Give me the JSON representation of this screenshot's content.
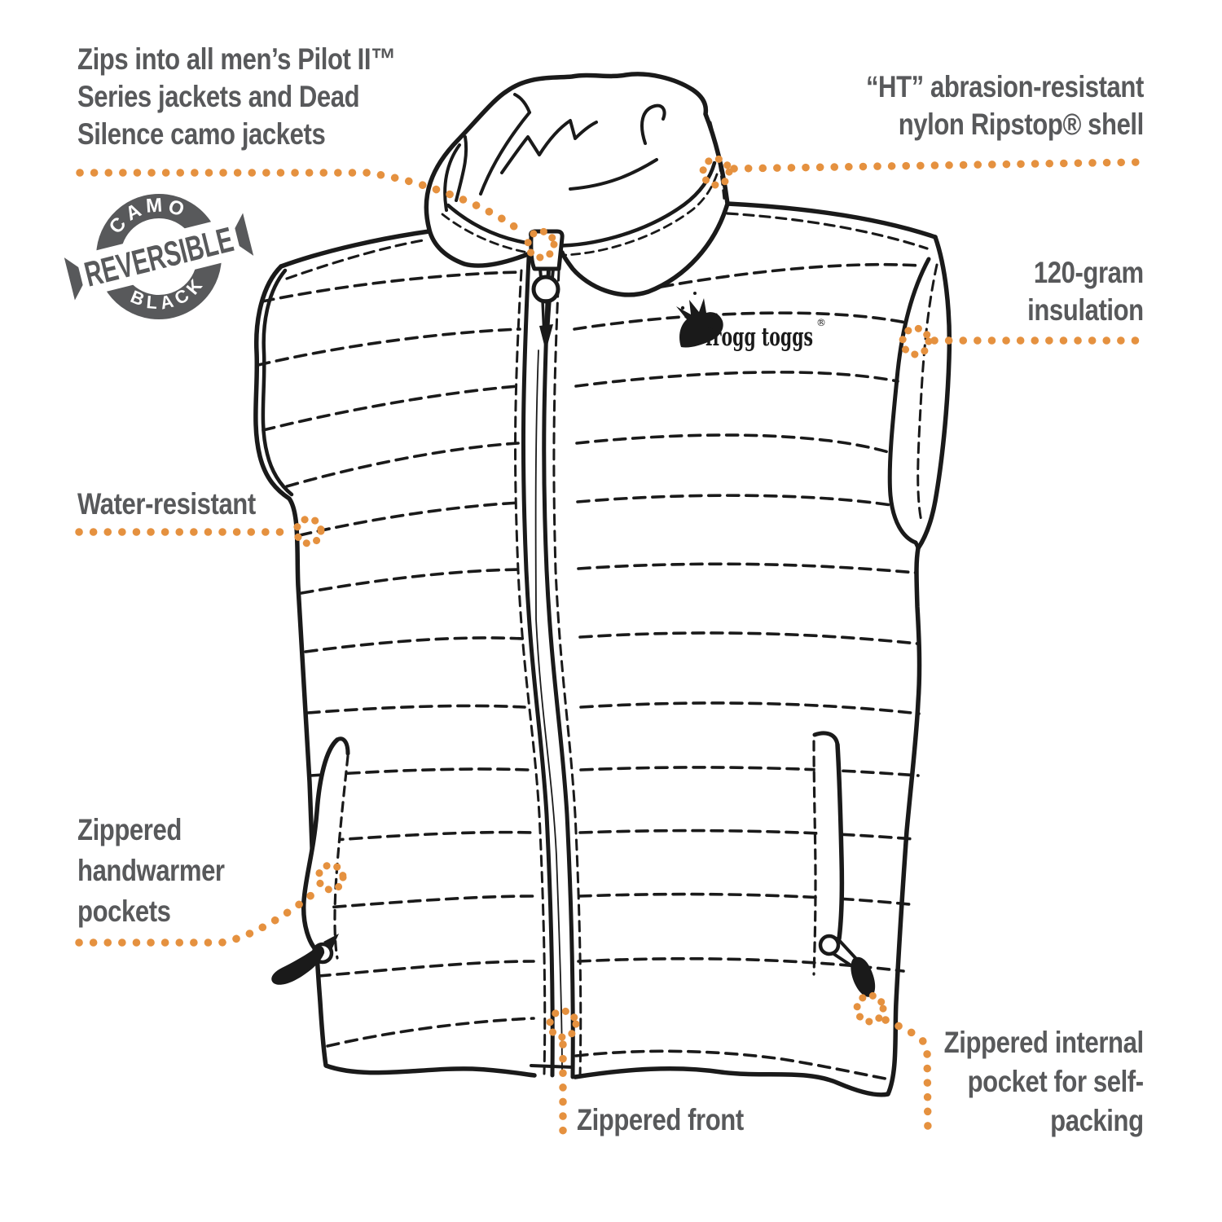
{
  "colors": {
    "label_gray": "#58595B",
    "accent_orange": "#E5913F",
    "line_ink": "#1A1A1A",
    "badge_gray": "#58595B"
  },
  "badge": {
    "top_text": "CAMO",
    "banner_text": "REVERSIBLE",
    "bottom_text": "BLACK"
  },
  "logo": {
    "brand": "frogg toggs",
    "registered_mark": "®"
  },
  "callouts": {
    "compatibility": {
      "lines": [
        "Zips into all men’s Pilot II™",
        "Series jackets and Dead",
        "Silence camo jackets"
      ]
    },
    "shell": {
      "lines": [
        "“HT” abrasion-resistant",
        "nylon Ripstop® shell"
      ]
    },
    "insulation": {
      "lines": [
        "120-gram",
        "insulation"
      ]
    },
    "water_resistant": {
      "lines": [
        "Water-resistant"
      ]
    },
    "handwarmer": {
      "lines": [
        "Zippered",
        "handwarmer",
        "pockets"
      ]
    },
    "zippered_front": {
      "lines": [
        "Zippered front"
      ]
    },
    "internal_pocket": {
      "lines": [
        "Zippered internal",
        "pocket for self-",
        "packing"
      ]
    }
  }
}
